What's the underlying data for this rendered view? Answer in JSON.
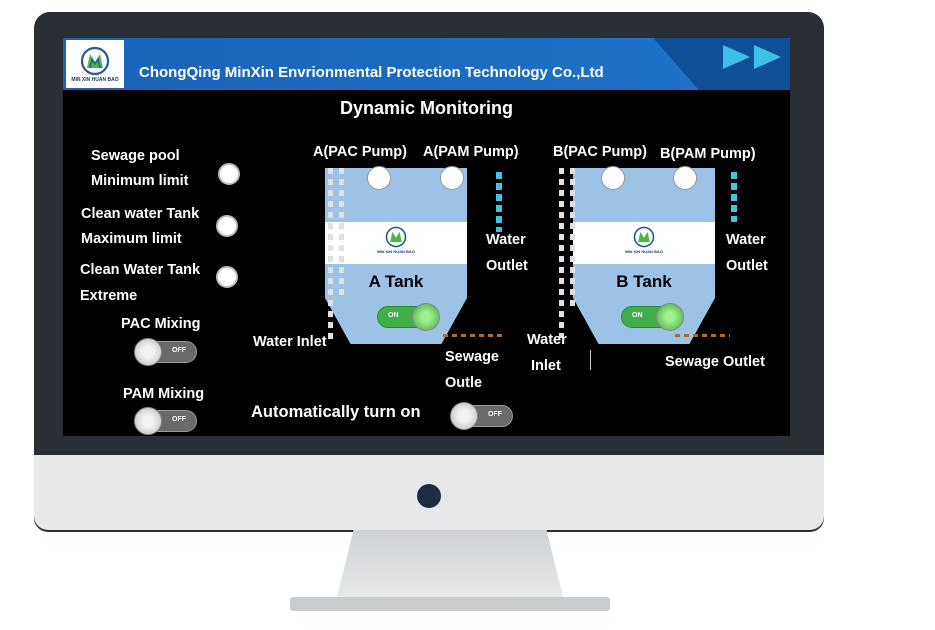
{
  "header": {
    "company": "ChongQing MinXin Envrionmental Protection Technology Co.,Ltd",
    "logo_text": "MIN XIN HUAN BAO"
  },
  "title": "Dynamic Monitoring",
  "indicators": {
    "sewage_pool": {
      "line1": "Sewage pool",
      "line2": "Minimum limit"
    },
    "clean_max": {
      "line1": "Clean water Tank",
      "line2": "Maximum limit"
    },
    "clean_extreme": {
      "line1": "Clean Water Tank",
      "line2": "Extreme"
    }
  },
  "mixing": {
    "pac": {
      "label": "PAC Mixing",
      "state": "OFF"
    },
    "pam": {
      "label": "PAM Mixing",
      "state": "OFF"
    }
  },
  "auto": {
    "label": "Automatically turn on",
    "state": "OFF"
  },
  "tank_a": {
    "name": "A Tank",
    "pac_pump": "A(PAC Pump)",
    "pam_pump": "A(PAM Pump)",
    "water_outlet_1": "Water",
    "water_outlet_2": "Outlet",
    "water_inlet": "Water Inlet",
    "sewage_1": "Sewage",
    "sewage_2": "Outle",
    "toggle": "ON"
  },
  "tank_b": {
    "name": "B Tank",
    "pac_pump": "B(PAC Pump)",
    "pam_pump": "B(PAM Pump)",
    "water_outlet_1": "Water",
    "water_outlet_2": "Outlet",
    "water_inlet_1": "Water",
    "water_inlet_2": "Inlet",
    "sewage": "Sewage Outlet",
    "toggle": "ON"
  },
  "colors": {
    "header_blue": "#1f73c9",
    "tank_blue": "#9cc3e6",
    "on_green": "#3fae49",
    "pipe_cyan": "#49c0e0",
    "sewage_brown": "#b06a2a"
  }
}
